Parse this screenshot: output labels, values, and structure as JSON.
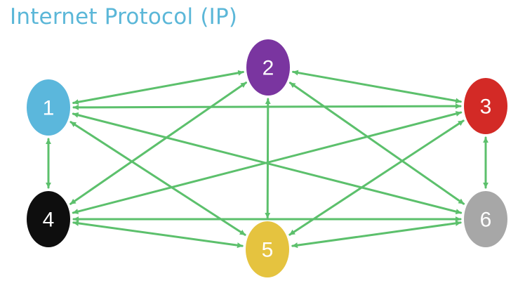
{
  "title": "Internet Protocol (IP)",
  "colors": {
    "title": "#5bb7d8",
    "edge": "#5cc06c",
    "background": "#ffffff"
  },
  "nodes": [
    {
      "id": "1",
      "label": "1",
      "color": "#5bb7dc"
    },
    {
      "id": "2",
      "label": "2",
      "color": "#7a35a0"
    },
    {
      "id": "3",
      "label": "3",
      "color": "#d32a26"
    },
    {
      "id": "4",
      "label": "4",
      "color": "#0e0e0e"
    },
    {
      "id": "5",
      "label": "5",
      "color": "#e5c33f"
    },
    {
      "id": "6",
      "label": "6",
      "color": "#a7a7a7"
    }
  ],
  "edges": [
    [
      "1",
      "2"
    ],
    [
      "1",
      "3"
    ],
    [
      "1",
      "4"
    ],
    [
      "1",
      "5"
    ],
    [
      "1",
      "6"
    ],
    [
      "2",
      "3"
    ],
    [
      "2",
      "4"
    ],
    [
      "2",
      "5"
    ],
    [
      "2",
      "6"
    ],
    [
      "3",
      "4"
    ],
    [
      "3",
      "5"
    ],
    [
      "3",
      "6"
    ],
    [
      "4",
      "5"
    ],
    [
      "4",
      "6"
    ],
    [
      "5",
      "6"
    ]
  ],
  "edge_style": "bidirectional-arrow"
}
